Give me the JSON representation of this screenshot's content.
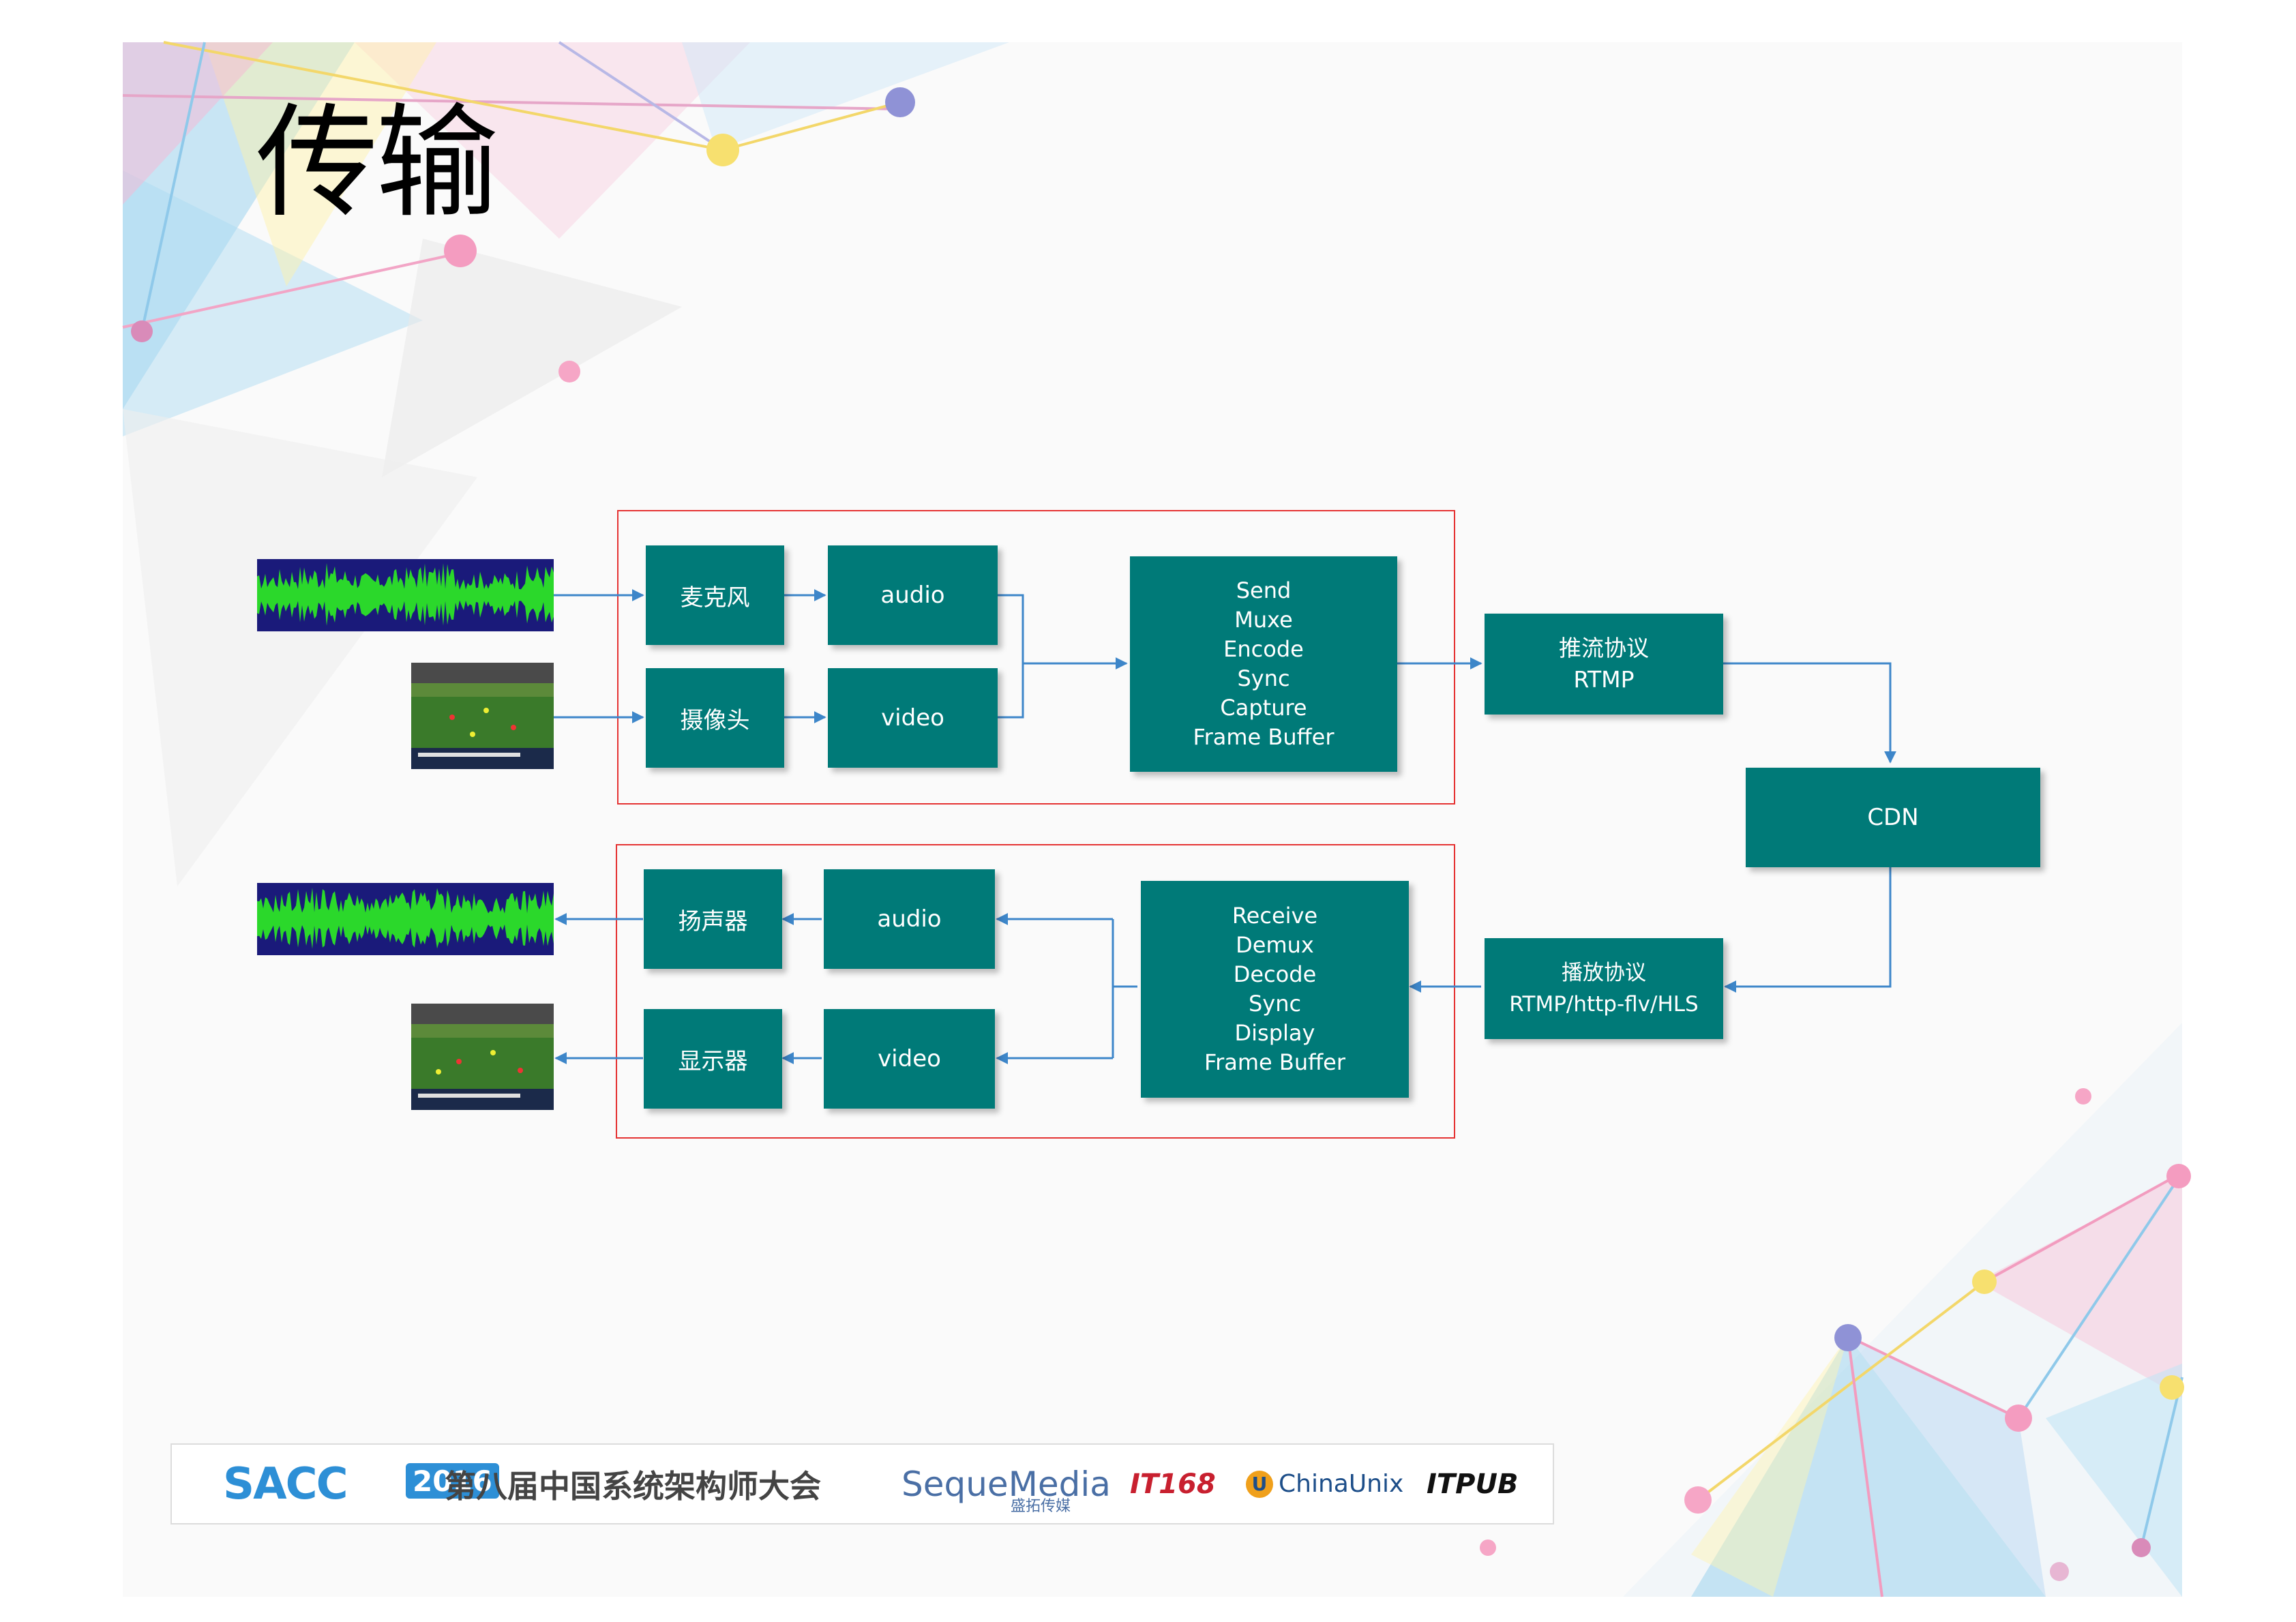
{
  "slide": {
    "title": "传输"
  },
  "diagram": {
    "push": {
      "mic": "麦克风",
      "camera": "摄像头",
      "audio": "audio",
      "video": "video",
      "process_lines": [
        "Send",
        "Muxe",
        "Encode",
        "Sync",
        "Capture",
        "Frame Buffer"
      ],
      "protocol_title": "推流协议",
      "protocol_name": "RTMP"
    },
    "cdn": "CDN",
    "pull": {
      "speaker": "扬声器",
      "display": "显示器",
      "audio": "audio",
      "video": "video",
      "process_lines": [
        "Receive",
        "Demux",
        "Decode",
        "Sync",
        "Display",
        "Frame Buffer"
      ],
      "protocol_title": "播放协议",
      "protocol_name": "RTMP/http-flv/HLS"
    }
  },
  "footer": {
    "sacc": "SACC",
    "year": "2016",
    "conference": "第八届中国系统架构师大会",
    "seque": "SequeMedia",
    "seque_sub": "盛拓传媒",
    "it168": "IT168",
    "chinaunix": "ChinaUnix",
    "itpub": "ITPUB"
  },
  "colors": {
    "box": "#007a78",
    "frame": "#e53333",
    "arrow": "#3d86c9"
  }
}
